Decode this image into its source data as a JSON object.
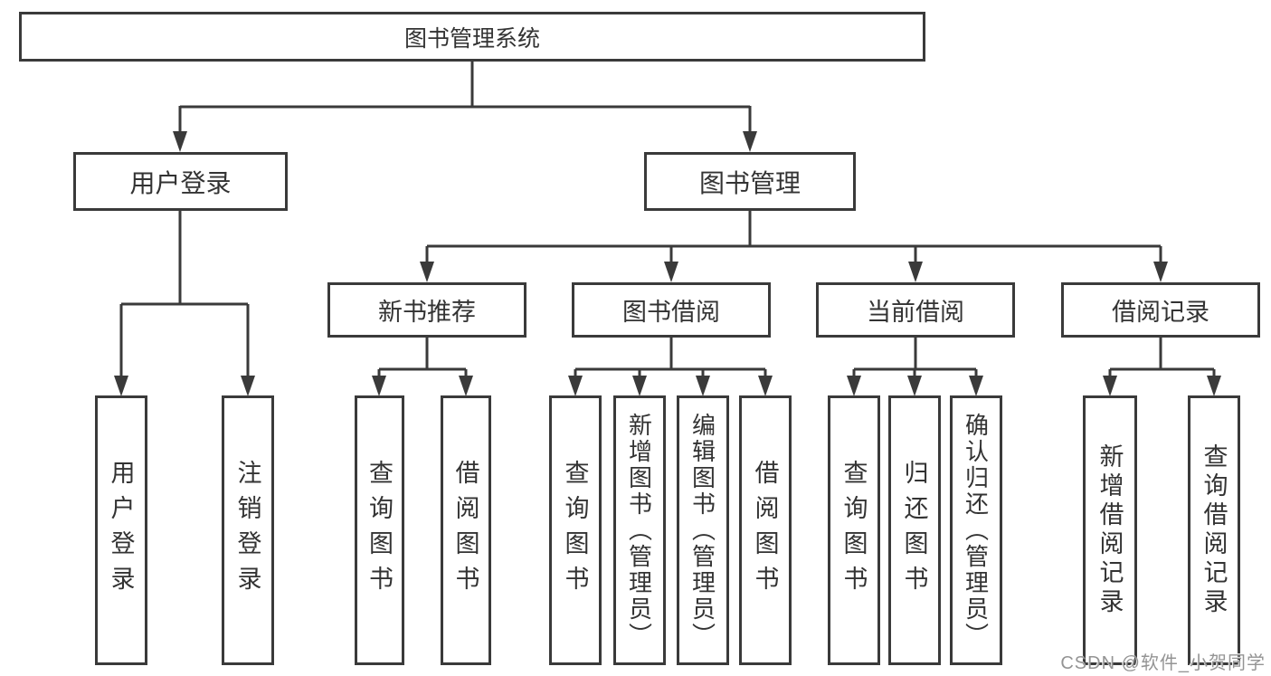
{
  "colors": {
    "line": "#3a3a3a",
    "border": "#3a3a3a",
    "text": "#333333",
    "background": "#ffffff",
    "watermark": "#949494"
  },
  "root": {
    "label": "图书管理系统"
  },
  "level2": [
    {
      "label": "用户登录"
    },
    {
      "label": "图书管理"
    }
  ],
  "level3": [
    {
      "label": "新书推荐"
    },
    {
      "label": "图书借阅"
    },
    {
      "label": "当前借阅"
    },
    {
      "label": "借阅记录"
    }
  ],
  "leaves": [
    {
      "label": "用户登录"
    },
    {
      "label": "注销登录"
    },
    {
      "label": "查询图书"
    },
    {
      "label": "借阅图书"
    },
    {
      "label": "查询图书"
    },
    {
      "label": "新增图书（管理员）"
    },
    {
      "label": "编辑图书（管理员）"
    },
    {
      "label": "借阅图书"
    },
    {
      "label": "查询图书"
    },
    {
      "label": "归还图书"
    },
    {
      "label": "确认归还（管理员）"
    },
    {
      "label": "新增借阅记录"
    },
    {
      "label": "查询借阅记录"
    }
  ],
  "watermark": "CSDN @软件_小贺同学"
}
